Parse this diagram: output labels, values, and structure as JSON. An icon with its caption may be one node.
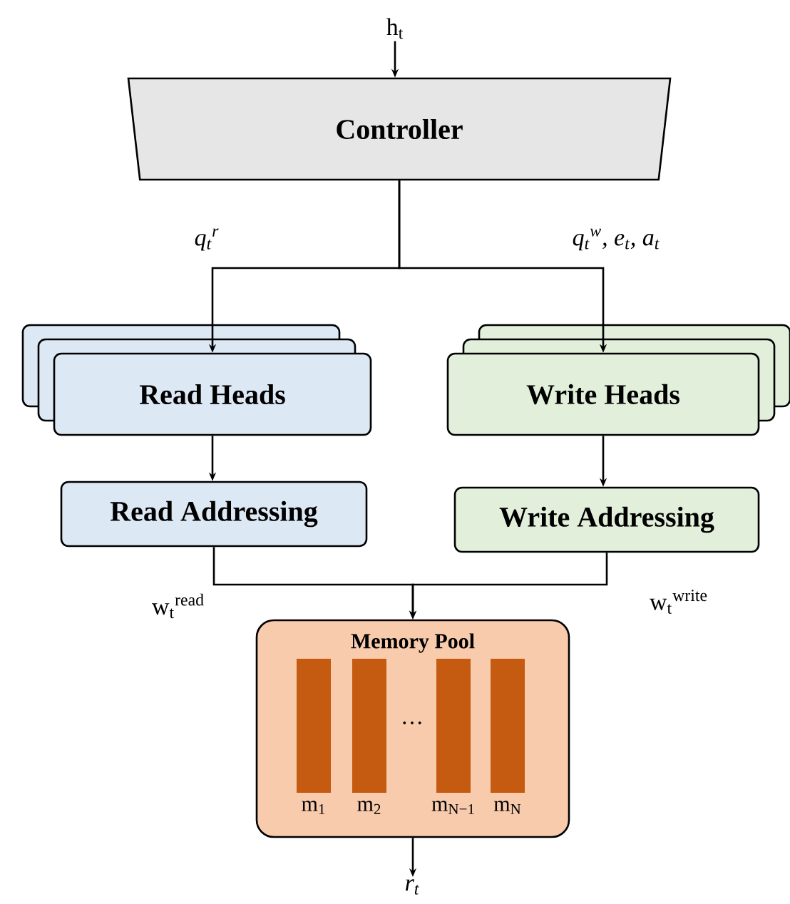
{
  "diagram": {
    "nodes": [
      {
        "text": [
          "h$_{t}$"
        ]
      },
      {
        "text": [
          "Controller"
        ]
      },
      {
        "text": [
          "Read Heads"
        ]
      },
      {
        "text": [
          "Write Heads"
        ]
      },
      {
        "text": [
          "Read Addressing"
        ]
      },
      {
        "text": [
          "Write Addressing"
        ]
      },
      {
        "text": [
          "Memory Pool"
        ]
      },
      {
        "text": [],
        "shape": "bar",
        "in": 6,
        "beside": [
          "m$_{1}$"
        ]
      },
      {
        "text": [],
        "shape": "bar",
        "in": 6,
        "beside": [
          "m$_{2}$"
        ]
      },
      {
        "text": [],
        "shape": "bar",
        "in": 6,
        "beside": [
          "m$_{N−1}$"
        ]
      },
      {
        "text": [],
        "shape": "bar",
        "in": 6,
        "beside": [
          "m$_{N}$"
        ]
      },
      {
        "text": [
          "r$_{t}$"
        ]
      }
    ],
    "edges": [
      {
        "from": 0,
        "to": 1,
        "arrow": "to"
      },
      {
        "from": 1,
        "to": 2,
        "arrow": "to",
        "label": "q$_{t}$$^{r}$"
      },
      {
        "from": 1,
        "to": 3,
        "arrow": "to",
        "label": "q$_{t}$$^{w}$, e$_{t}$, a$_{t}$"
      },
      {
        "from": 2,
        "to": 4,
        "arrow": "to"
      },
      {
        "from": 3,
        "to": 5,
        "arrow": "to"
      },
      {
        "from": 4,
        "to": 6,
        "arrow": "to",
        "label": "w$_{t}$$^{read}$"
      },
      {
        "from": 5,
        "to": 6,
        "arrow": "to",
        "label": "w$_{t}$$^{write}$"
      },
      {
        "from": 6,
        "to": 11,
        "arrow": "to"
      }
    ],
    "labels": [
      "…"
    ]
  }
}
